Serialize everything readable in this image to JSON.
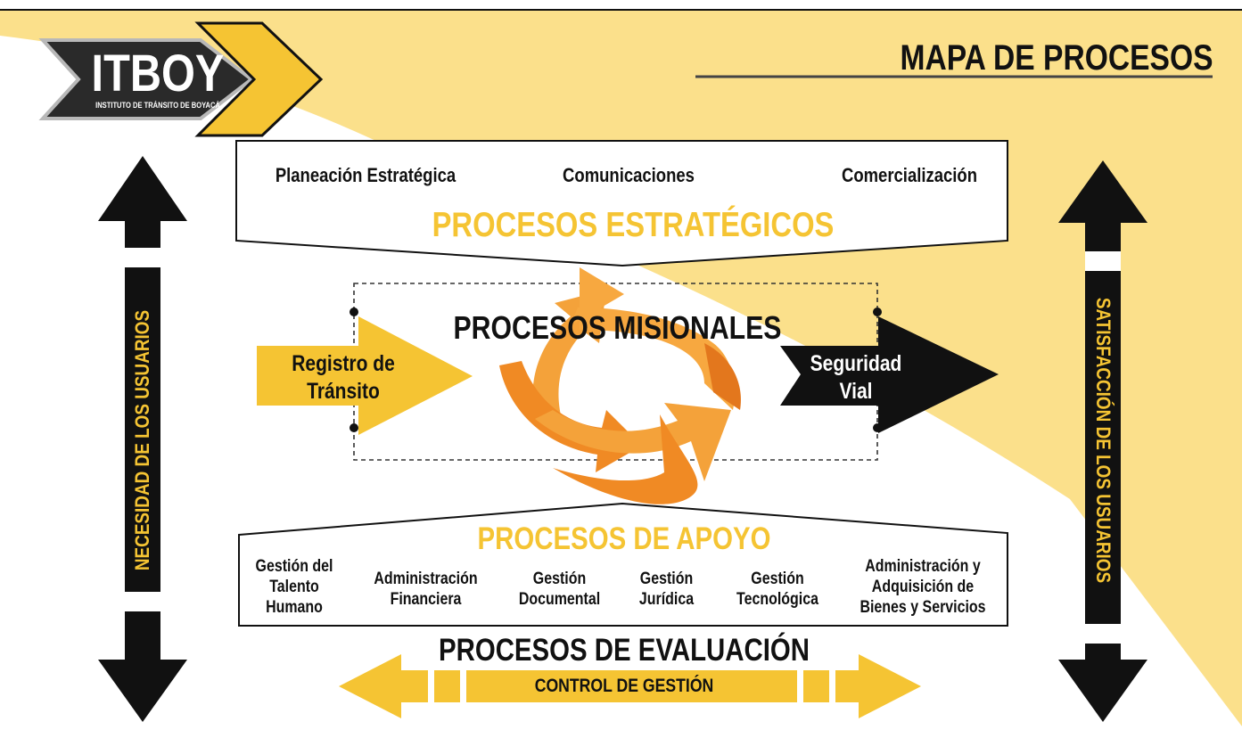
{
  "colors": {
    "background_light": "#fbe08b",
    "yellow": "#f5c433",
    "orange": "#f08a24",
    "black": "#111111",
    "white": "#ffffff"
  },
  "logo": {
    "name": "ITBOY",
    "subtitle": "INSTITUTO DE TRÁNSITO DE BOYACÁ"
  },
  "header": {
    "title": "MAPA DE PROCESOS"
  },
  "strategic": {
    "items": [
      "Planeación Estratégica",
      "Comunicaciones",
      "Comercialización"
    ],
    "title": "PROCESOS ESTRATÉGICOS"
  },
  "missional": {
    "title": "PROCESOS MISIONALES",
    "input": "Registro de\nTránsito",
    "output": "Seguridad\nVial",
    "cycle_icon": "recycle-arrows-icon"
  },
  "support": {
    "title": "PROCESOS DE APOYO",
    "items": [
      "Gestión del\nTalento\nHumano",
      "Administración\nFinanciera",
      "Gestión\nDocumental",
      "Gestión\nJurídica",
      "Gestión\nTecnológica",
      "Administración y\nAdquisición de\nBienes y Servicios"
    ]
  },
  "evaluation": {
    "title": "PROCESOS DE EVALUACIÓN",
    "control": "CONTROL DE GESTIÓN"
  },
  "side": {
    "left": "NECESIDAD DE LOS USUARIOS",
    "right": "SATISFACCIÓN DE LOS USUARIOS"
  }
}
